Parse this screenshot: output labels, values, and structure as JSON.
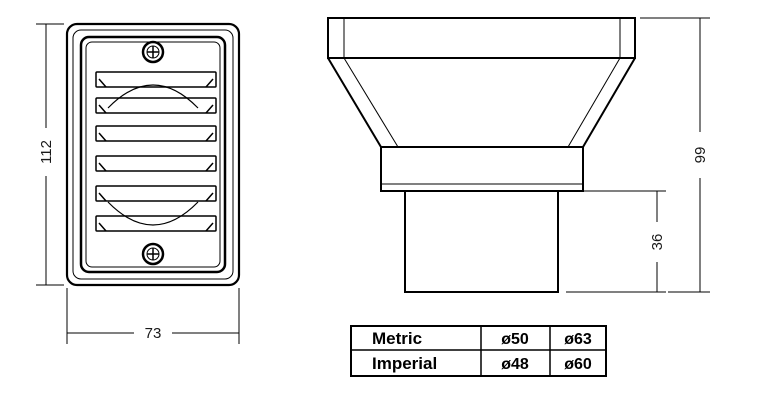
{
  "dimensions": {
    "front_height": "112",
    "front_width": "73",
    "side_total_height": "99",
    "side_spigot_height": "36"
  },
  "size_table": {
    "rows": [
      {
        "label": "Metric",
        "values": [
          "ø50",
          "ø63"
        ]
      },
      {
        "label": "Imperial",
        "values": [
          "ø48",
          "ø60"
        ]
      }
    ]
  }
}
